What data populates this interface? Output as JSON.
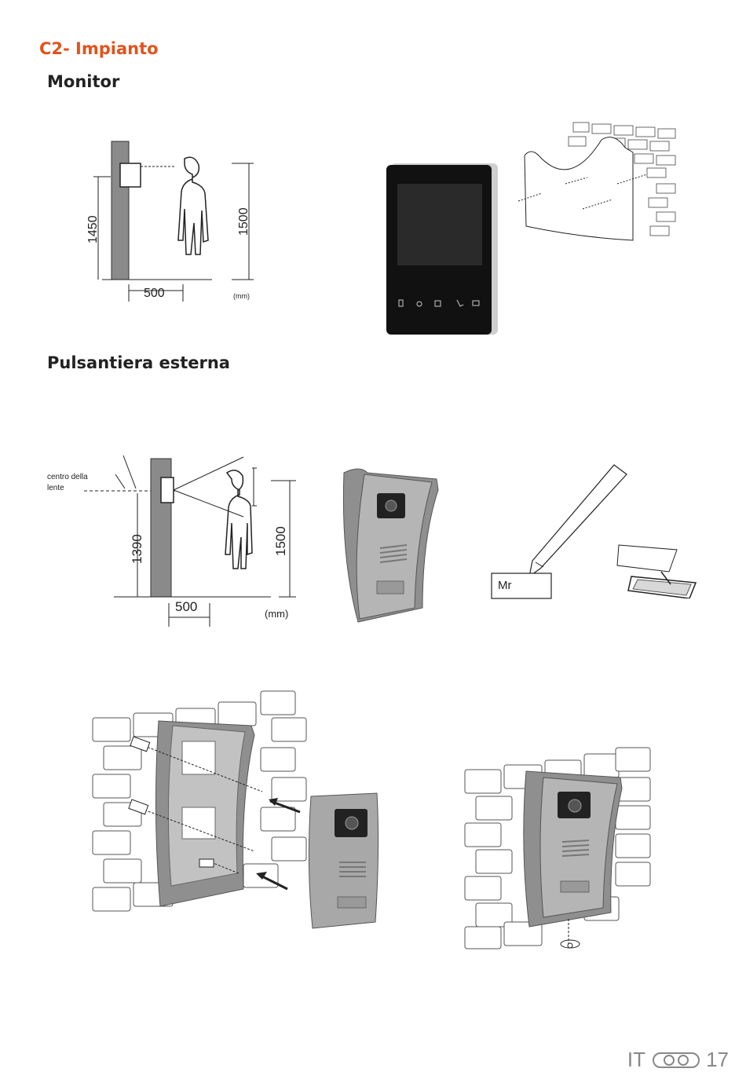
{
  "section": {
    "label": "C2- Impianto"
  },
  "monitor": {
    "heading": "Monitor",
    "height_dim": "1450",
    "total_dim": "1500",
    "distance_dim": "500",
    "unit": "(mm)"
  },
  "pulsantiera": {
    "heading": "Pulsantiera esterna",
    "lens_label_line1": "centro della",
    "lens_label_line2": "lente",
    "height_dim": "1390",
    "total_dim": "1500",
    "distance_dim": "500",
    "unit": "(mm)",
    "nameplate_text": "Mr"
  },
  "footer": {
    "lang": "IT",
    "page": "17"
  }
}
